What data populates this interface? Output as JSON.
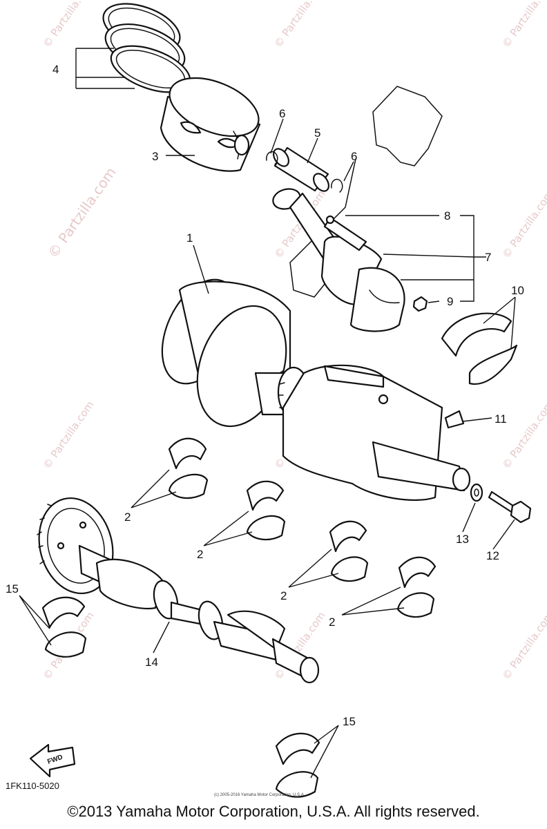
{
  "diagram": {
    "drawing_code": "1FK110-5020",
    "copyright": "©2013 Yamaha Motor Corporation, U.S.A. All rights reserved.",
    "small_notice": "(c) 2005-2016 Yamaha Motor Corporation, U.S.A.",
    "watermark": "© Partzilla.com",
    "fwd_label": "FWD",
    "callouts": [
      "1",
      "2",
      "2",
      "2",
      "2",
      "3",
      "4",
      "5",
      "6",
      "6",
      "7",
      "8",
      "9",
      "10",
      "11",
      "12",
      "13",
      "14",
      "15",
      "15"
    ]
  }
}
